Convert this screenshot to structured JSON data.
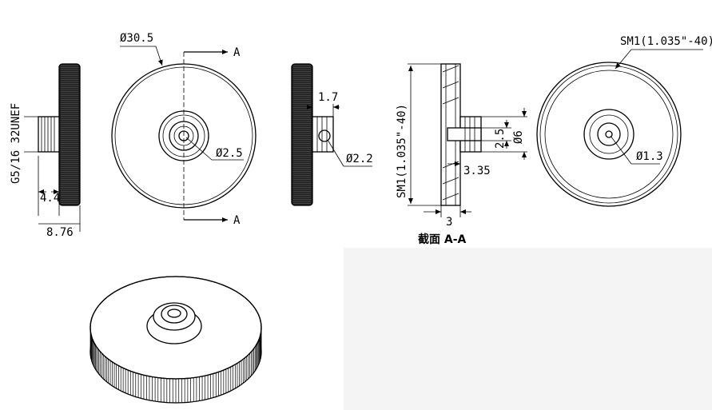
{
  "drawing": {
    "labels": {
      "outer_diameter": "Ø30.5",
      "section_marker_top": "A",
      "section_marker_bottom": "A",
      "thread_left": "G5/16 32UNEF",
      "stud_length": "4.4",
      "total_length": "8.76",
      "center_hole": "Ø2.5",
      "side_thickness": "1.7",
      "side_hole": "Ø2.2",
      "thread_sm1_vertical": "SM1(1.035\"-40)",
      "inner_dia_small": "2.5",
      "inner_dia_large": "Ø6",
      "inner_depth": "3.35",
      "section_thickness": "3",
      "section_title": "截面 A-A",
      "thread_sm1_right": "SM1(1.035\"-40)",
      "back_hole": "Ø1.3"
    }
  }
}
